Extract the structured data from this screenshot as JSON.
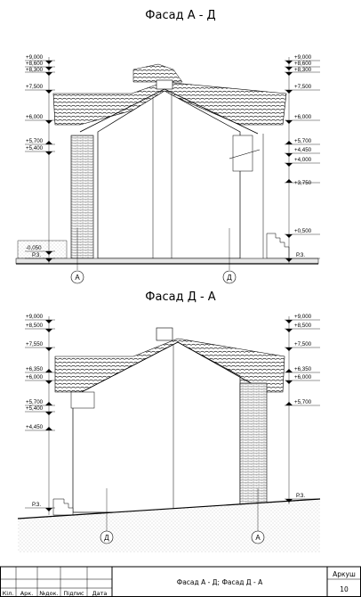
{
  "drawing1": {
    "title": "Фасад А - Д",
    "left_levels": [
      "+9,000",
      "+8,600",
      "+8,300",
      "+7,500",
      "+6,000",
      "+5,700",
      "+5,400",
      "-0,050",
      "Р.З."
    ],
    "right_levels": [
      "+9,000",
      "+8,600",
      "+8,300",
      "+7,500",
      "+6,000",
      "+5,700",
      "+4,450",
      "+4,000",
      "+3,750",
      "+0,500",
      "Р.З."
    ],
    "axes": [
      "А",
      "Д"
    ]
  },
  "drawing2": {
    "title": "Фасад Д - А",
    "left_levels": [
      "+9,000",
      "+8,500",
      "+7,550",
      "+6,350",
      "+6,000",
      "+5,700",
      "+5,400",
      "+4,450",
      "Р.З."
    ],
    "right_levels": [
      "+9,000",
      "+8,500",
      "+7,500",
      "+6,350",
      "+6,000",
      "+5,700",
      "Р.З."
    ],
    "axes": [
      "Д",
      "А"
    ]
  },
  "stamp": {
    "columns": [
      "Кіл.",
      "Арк.",
      "№док.",
      "Підпис",
      "Дата"
    ],
    "sheet_title": "Фасад А - Д; Фасад Д - А",
    "sheet_label": "Аркуш",
    "sheet_number": "10"
  }
}
